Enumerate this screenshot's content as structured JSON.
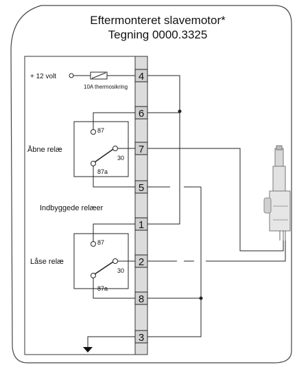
{
  "title_line1": "Eftermonteret slavemotor*",
  "title_line2": "Tegning 0000.3325",
  "supply_label": "+ 12 volt",
  "fuse_label": "10A thermosikring",
  "terminals": [
    "4",
    "6",
    "7",
    "5",
    "1",
    "2",
    "8",
    "3"
  ],
  "relay_open_label": "Åbne relæ",
  "relay_lock_label": "Låse relæ",
  "builtin_label": "Indbyggede relæer",
  "relay_pins": {
    "pin87": "87",
    "pin30": "30",
    "pin87a": "87a"
  }
}
